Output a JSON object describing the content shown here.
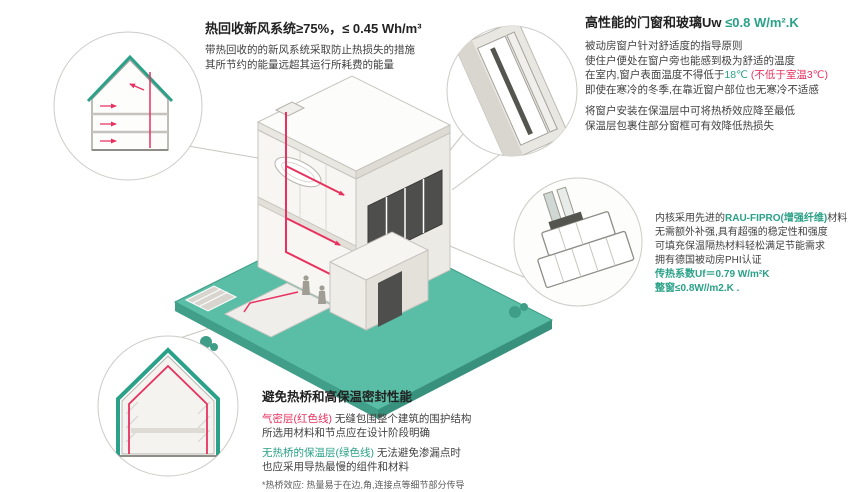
{
  "vent": {
    "title": "热回收新风系统≥75%，≤ 0.45 Wh/m³",
    "line1": "带热回收的的新风系统采取防止热损失的措施",
    "line2": "其所节约的能量远超其运行所耗费的能量"
  },
  "windows": {
    "title_prefix": "高性能的门窗和玻璃Uw ",
    "title_value": "≤0.8 W/m².K",
    "line1": "被动房窗户针对舒适度的指导原则",
    "line2": "使住户便处在窗户旁也能感到极为舒适的温度",
    "line3_prefix": "在室内,窗户表面温度不得低于",
    "line3_temp": "18℃",
    "line3_note": " (不低于室温3℃)",
    "line4": "即使在寒冷的冬季,在靠近窗户部位也无寒冷不适感",
    "line5": "将窗户安装在保温层中可将热桥效应降至最低",
    "line6": "保温层包裹住部分窗框可有效降低热损失"
  },
  "profile": {
    "line1_prefix": "内核采用先进的",
    "line1_brand": "RAU-FIPRO(增强纤维)",
    "line1_suffix": "材料",
    "line2": "无需额外补强,具有超强的稳定性和强度",
    "line3": "可填充保温隔热材料轻松满足节能需求",
    "line4": "拥有德国被动房PHI认证",
    "line5": "传热系数Uf＝0.79 W/m²K",
    "line6": "整窗≤0.8W//m2.K ."
  },
  "thermal": {
    "title": "避免热桥和高保温密封性能",
    "red_label": "气密层(红色线)",
    "red_rest": " 无缝包围整个建筑的围护结构",
    "line2": "所选用材料和节点应在设计阶段明确",
    "green_label": "无热桥的保温层(绿色线)",
    "green_rest": " 无法避免渗漏点时",
    "line4": "也应采用导热最慢的组件和材料",
    "footnote": "*热桥效应: 热量易于在边,角,连接点等细节部分传导"
  },
  "colors": {
    "teal_accent": "#2aa188",
    "red_accent": "#e8315f",
    "ground_teal": "#5abda6",
    "glazing_dark": "#4e4e4c"
  }
}
